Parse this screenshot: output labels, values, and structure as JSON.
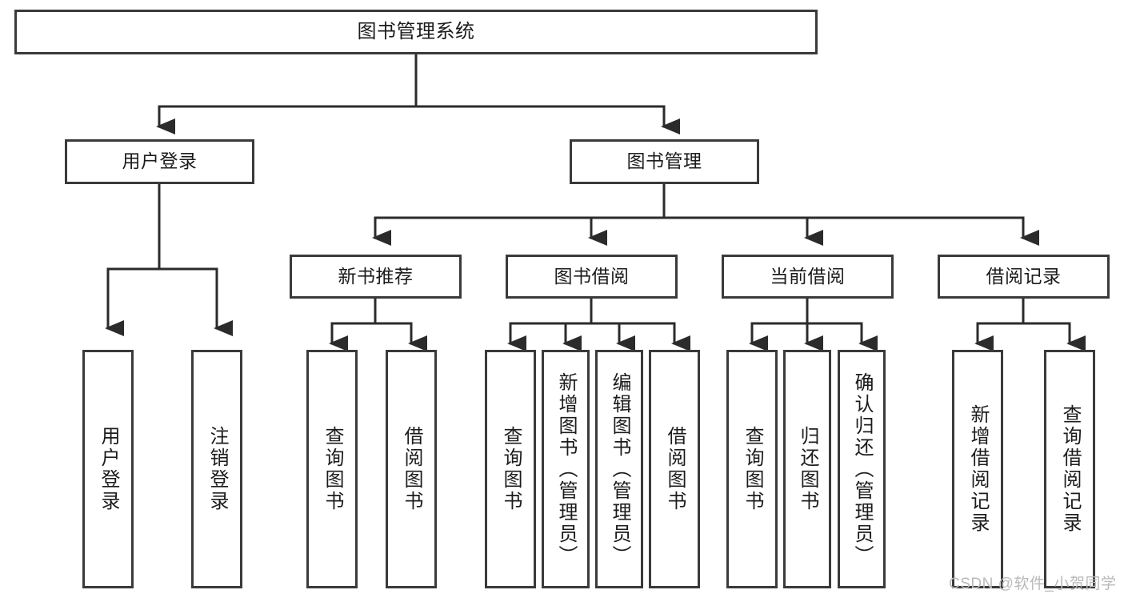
{
  "diagram": {
    "type": "tree",
    "title": "图书管理系统",
    "orientation": "top-down",
    "colors": {
      "box_border": "#3a3a3a",
      "box_fill": "#ffffff",
      "connector": "#2b2b2b",
      "text": "#1c1c1c",
      "watermark": "#b9b9b9",
      "background": "#ffffff"
    },
    "root": {
      "id": "root",
      "label": "图书管理系统"
    },
    "level1": [
      {
        "id": "user-login",
        "label": "用户登录"
      },
      {
        "id": "book-manage",
        "label": "图书管理"
      }
    ],
    "level2": [
      {
        "id": "new-book-recommend",
        "label": "新书推荐",
        "parent": "book-manage"
      },
      {
        "id": "book-borrow",
        "label": "图书借阅",
        "parent": "book-manage"
      },
      {
        "id": "current-borrow",
        "label": "当前借阅",
        "parent": "book-manage"
      },
      {
        "id": "borrow-record",
        "label": "借阅记录",
        "parent": "book-manage"
      }
    ],
    "leaves": [
      {
        "id": "leaf-user-login",
        "label": "用户登录",
        "parent": "user-login"
      },
      {
        "id": "leaf-user-logout",
        "label": "注销登录",
        "parent": "user-login"
      },
      {
        "id": "leaf-query-book-rec",
        "label": "查询图书",
        "parent": "new-book-recommend"
      },
      {
        "id": "leaf-borrow-book-rec",
        "label": "借阅图书",
        "parent": "new-book-recommend"
      },
      {
        "id": "leaf-query-book-borrow",
        "label": "查询图书",
        "parent": "book-borrow"
      },
      {
        "id": "leaf-add-book",
        "label": "新增图书（管理员）",
        "parent": "book-borrow"
      },
      {
        "id": "leaf-edit-book",
        "label": "编辑图书（管理员）",
        "parent": "book-borrow"
      },
      {
        "id": "leaf-borrow-book",
        "label": "借阅图书",
        "parent": "book-borrow"
      },
      {
        "id": "leaf-query-book-cur",
        "label": "查询图书",
        "parent": "current-borrow"
      },
      {
        "id": "leaf-return-book",
        "label": "归还图书",
        "parent": "current-borrow"
      },
      {
        "id": "leaf-confirm-return",
        "label": "确认归还（管理员）",
        "parent": "current-borrow"
      },
      {
        "id": "leaf-add-record",
        "label": "新增借阅记录",
        "parent": "borrow-record"
      },
      {
        "id": "leaf-query-record",
        "label": "查询借阅记录",
        "parent": "borrow-record"
      }
    ]
  },
  "watermark": {
    "text": "CSDN @软件_小贺同学"
  }
}
